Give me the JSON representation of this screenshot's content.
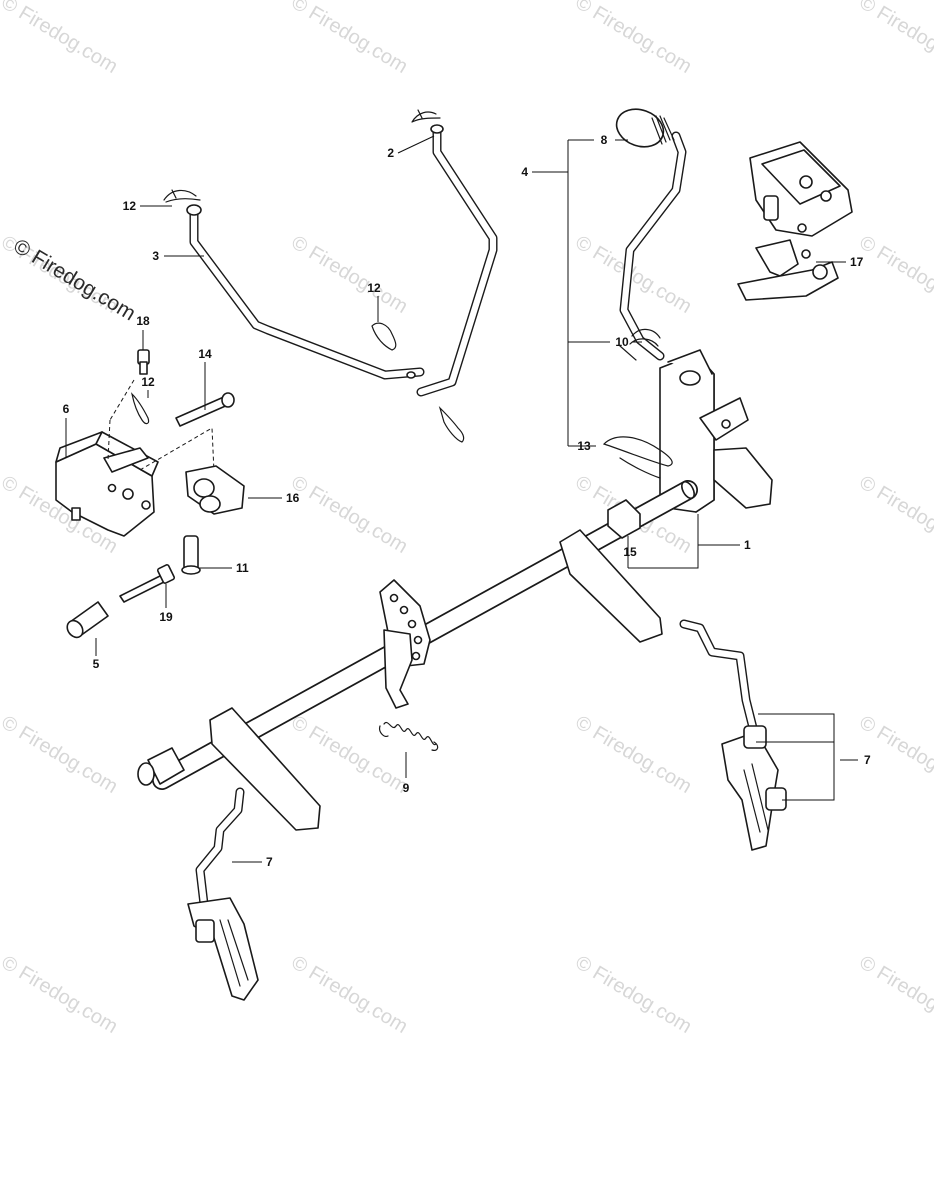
{
  "brand": {
    "text": "© Firedog.com"
  },
  "watermark": {
    "text": "© Firedog.com"
  },
  "callouts": [
    {
      "id": "c1",
      "label": "1"
    },
    {
      "id": "c2",
      "label": "2"
    },
    {
      "id": "c3",
      "label": "3"
    },
    {
      "id": "c4",
      "label": "4"
    },
    {
      "id": "c5",
      "label": "5"
    },
    {
      "id": "c6",
      "label": "6"
    },
    {
      "id": "c7a",
      "label": "7"
    },
    {
      "id": "c7b",
      "label": "7"
    },
    {
      "id": "c8",
      "label": "8"
    },
    {
      "id": "c9",
      "label": "9"
    },
    {
      "id": "c10",
      "label": "10"
    },
    {
      "id": "c11",
      "label": "11"
    },
    {
      "id": "c12a",
      "label": "12"
    },
    {
      "id": "c12b",
      "label": "12"
    },
    {
      "id": "c12c",
      "label": "12"
    },
    {
      "id": "c13",
      "label": "13"
    },
    {
      "id": "c14",
      "label": "14"
    },
    {
      "id": "c15",
      "label": "15"
    },
    {
      "id": "c16",
      "label": "16"
    },
    {
      "id": "c17",
      "label": "17"
    },
    {
      "id": "c18",
      "label": "18"
    },
    {
      "id": "c19",
      "label": "19"
    }
  ]
}
